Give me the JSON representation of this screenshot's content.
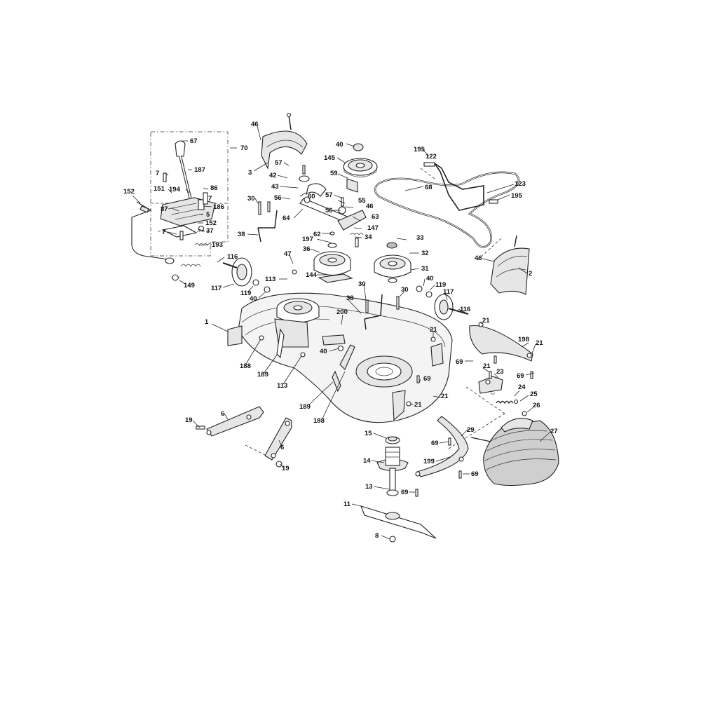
{
  "diagram": {
    "callouts": [
      {
        "id": "c-46a",
        "text": "46"
      },
      {
        "id": "c-3",
        "text": "3"
      },
      {
        "id": "c-40a",
        "text": "40"
      },
      {
        "id": "c-145",
        "text": "145"
      },
      {
        "id": "c-57a",
        "text": "57"
      },
      {
        "id": "c-42",
        "text": "42"
      },
      {
        "id": "c-59",
        "text": "59"
      },
      {
        "id": "c-43",
        "text": "43"
      },
      {
        "id": "c-60",
        "text": "60"
      },
      {
        "id": "c-56a",
        "text": "56"
      },
      {
        "id": "c-57b",
        "text": "57"
      },
      {
        "id": "c-55",
        "text": "55"
      },
      {
        "id": "c-46b",
        "text": "46"
      },
      {
        "id": "c-56b",
        "text": "56"
      },
      {
        "id": "c-64",
        "text": "64"
      },
      {
        "id": "c-63",
        "text": "63"
      },
      {
        "id": "c-147",
        "text": "147"
      },
      {
        "id": "c-62",
        "text": "62"
      },
      {
        "id": "c-34",
        "text": "34"
      },
      {
        "id": "c-197",
        "text": "197"
      },
      {
        "id": "c-33",
        "text": "33"
      },
      {
        "id": "c-36",
        "text": "36"
      },
      {
        "id": "c-32",
        "text": "32"
      },
      {
        "id": "c-31",
        "text": "31"
      },
      {
        "id": "c-144",
        "text": "144"
      },
      {
        "id": "c-67",
        "text": "67"
      },
      {
        "id": "c-70",
        "text": "70"
      },
      {
        "id": "c-187",
        "text": "187"
      },
      {
        "id": "c-7a",
        "text": "7"
      },
      {
        "id": "c-151",
        "text": "151"
      },
      {
        "id": "c-194",
        "text": "194"
      },
      {
        "id": "c-86",
        "text": "86"
      },
      {
        "id": "c-7b",
        "text": "7"
      },
      {
        "id": "c-87",
        "text": "87"
      },
      {
        "id": "c-186",
        "text": "186"
      },
      {
        "id": "c-5",
        "text": "5"
      },
      {
        "id": "c-152a",
        "text": "152"
      },
      {
        "id": "c-152b",
        "text": "152"
      },
      {
        "id": "c-7c",
        "text": "7"
      },
      {
        "id": "c-37",
        "text": "37"
      },
      {
        "id": "c-193",
        "text": "193"
      },
      {
        "id": "c-30a",
        "text": "30"
      },
      {
        "id": "c-38a",
        "text": "38"
      },
      {
        "id": "c-116a",
        "text": "116"
      },
      {
        "id": "c-47",
        "text": "47"
      },
      {
        "id": "c-113a",
        "text": "113"
      },
      {
        "id": "c-149",
        "text": "149"
      },
      {
        "id": "c-117a",
        "text": "117"
      },
      {
        "id": "c-119a",
        "text": "119"
      },
      {
        "id": "c-40b",
        "text": "40"
      },
      {
        "id": "c-195a",
        "text": "195"
      },
      {
        "id": "c-122",
        "text": "122"
      },
      {
        "id": "c-68",
        "text": "68"
      },
      {
        "id": "c-123",
        "text": "123"
      },
      {
        "id": "c-195b",
        "text": "195"
      },
      {
        "id": "c-46c",
        "text": "46"
      },
      {
        "id": "c-2",
        "text": "2"
      },
      {
        "id": "c-30b",
        "text": "30"
      },
      {
        "id": "c-38b",
        "text": "38"
      },
      {
        "id": "c-30c",
        "text": "30"
      },
      {
        "id": "c-40c",
        "text": "40"
      },
      {
        "id": "c-119b",
        "text": "119"
      },
      {
        "id": "c-117b",
        "text": "117"
      },
      {
        "id": "c-116b",
        "text": "116"
      },
      {
        "id": "c-200",
        "text": "200"
      },
      {
        "id": "c-1",
        "text": "1"
      },
      {
        "id": "c-21a",
        "text": "21"
      },
      {
        "id": "c-21b",
        "text": "21"
      },
      {
        "id": "c-198",
        "text": "198"
      },
      {
        "id": "c-21c",
        "text": "21"
      },
      {
        "id": "c-40d",
        "text": "40"
      },
      {
        "id": "c-188a",
        "text": "188"
      },
      {
        "id": "c-189a",
        "text": "189"
      },
      {
        "id": "c-113b",
        "text": "113"
      },
      {
        "id": "c-69a",
        "text": "69"
      },
      {
        "id": "c-69b",
        "text": "69"
      },
      {
        "id": "c-21d",
        "text": "21"
      },
      {
        "id": "c-23",
        "text": "23"
      },
      {
        "id": "c-69c",
        "text": "69"
      },
      {
        "id": "c-24",
        "text": "24"
      },
      {
        "id": "c-25",
        "text": "25"
      },
      {
        "id": "c-21e",
        "text": "21"
      },
      {
        "id": "c-21f",
        "text": "21"
      },
      {
        "id": "c-189b",
        "text": "189"
      },
      {
        "id": "c-188b",
        "text": "188"
      },
      {
        "id": "c-26",
        "text": "26"
      },
      {
        "id": "c-6a",
        "text": "6"
      },
      {
        "id": "c-19a",
        "text": "19"
      },
      {
        "id": "c-6b",
        "text": "6"
      },
      {
        "id": "c-19b",
        "text": "19"
      },
      {
        "id": "c-15",
        "text": "15"
      },
      {
        "id": "c-69d",
        "text": "69"
      },
      {
        "id": "c-29",
        "text": "29"
      },
      {
        "id": "c-27",
        "text": "27"
      },
      {
        "id": "c-14",
        "text": "14"
      },
      {
        "id": "c-199",
        "text": "199"
      },
      {
        "id": "c-69e",
        "text": "69"
      },
      {
        "id": "c-13",
        "text": "13"
      },
      {
        "id": "c-69f",
        "text": "69"
      },
      {
        "id": "c-11",
        "text": "11"
      },
      {
        "id": "c-8",
        "text": "8"
      }
    ]
  }
}
